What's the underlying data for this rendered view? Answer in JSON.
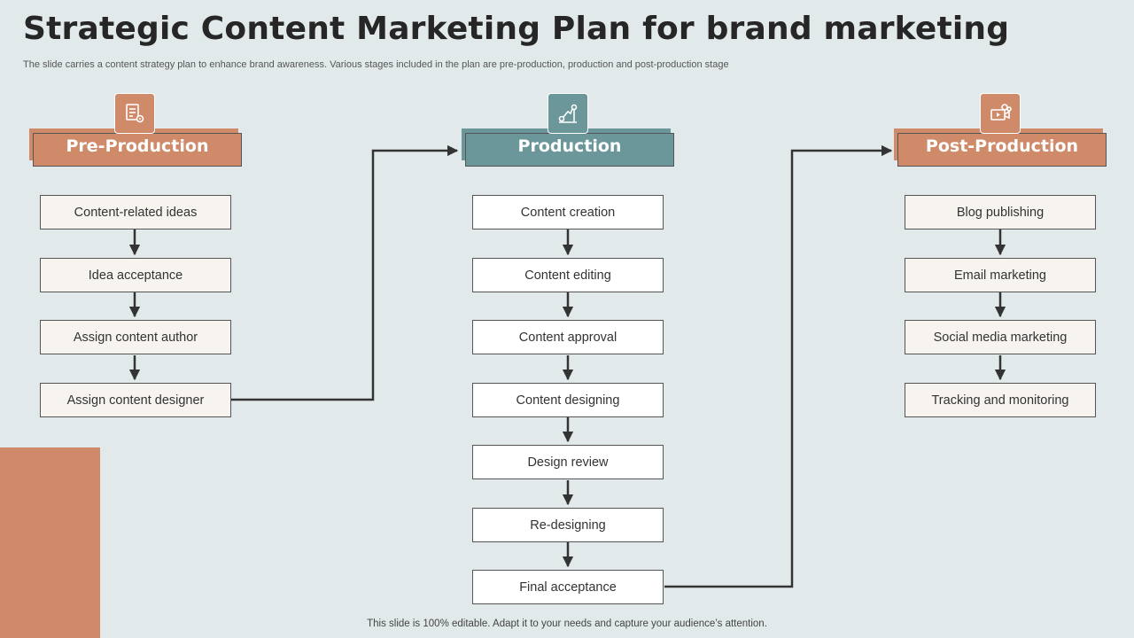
{
  "title": "Strategic Content Marketing Plan for brand marketing",
  "subtitle": "The slide carries a content strategy plan to enhance brand awareness. Various stages included in the plan are pre-production, production and post-production stage",
  "footer": "This slide is 100% editable. Adapt it to your needs and capture your audience’s attention.",
  "colors": {
    "accent": "#cf8b69",
    "teal": "#6b979b",
    "background": "#e2e9eb",
    "arrow": "#333333"
  },
  "stages": [
    {
      "name": "Pre-Production",
      "icon": "checklist-gear-icon",
      "steps": [
        "Content-related ideas",
        "Idea acceptance",
        "Assign content author",
        "Assign content designer"
      ]
    },
    {
      "name": "Production",
      "icon": "process-flow-icon",
      "steps": [
        "Content creation",
        "Content editing",
        "Content approval",
        "Content designing",
        "Design review",
        "Re-designing",
        "Final acceptance"
      ]
    },
    {
      "name": "Post-Production",
      "icon": "video-projector-icon",
      "steps": [
        "Blog publishing",
        "Email marketing",
        "Social media marketing",
        "Tracking and monitoring"
      ]
    }
  ]
}
